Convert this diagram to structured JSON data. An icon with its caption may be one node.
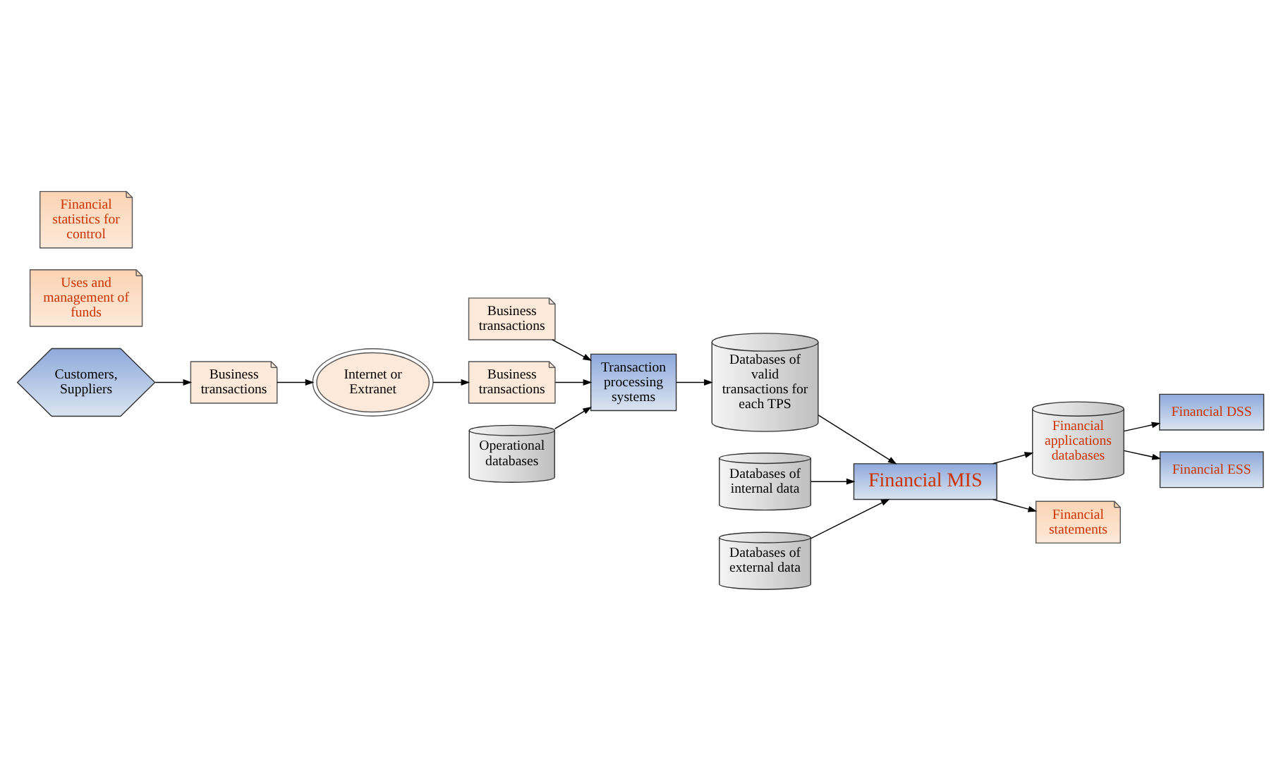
{
  "diagram": {
    "nodes": [
      {
        "text": [
          "Business transactions"
        ]
      },
      {
        "text": [
          "Business transactions"
        ]
      },
      {
        "text": [
          "Internet or Extranet"
        ]
      },
      {
        "text": [
          "Business transactions"
        ]
      },
      {
        "text": [
          "Customers, Suppliers"
        ]
      },
      {
        "text": [
          "Transaction processing systems"
        ]
      },
      {
        "text": [
          "Operational databases"
        ]
      },
      {
        "text": [
          "Databases of internal data"
        ]
      },
      {
        "text": [
          "Databases of external data"
        ]
      },
      {
        "text": [
          "Databases of valid transactions for each TPS"
        ]
      },
      {
        "text": [
          "Financial MIS"
        ]
      },
      {
        "text": [
          "Financial applications databases"
        ]
      },
      {
        "text": [
          "Financial DSS"
        ]
      },
      {
        "text": [
          "Financial ESS"
        ]
      },
      {
        "text": [
          "Financial statements"
        ]
      },
      {
        "text": [
          "Uses and management of funds"
        ]
      },
      {
        "text": [
          "Financial statistics for control"
        ]
      }
    ],
    "edges": [
      {
        "from": 0,
        "to": 5,
        "arrow": "to"
      },
      {
        "from": 1,
        "to": 5,
        "arrow": "to"
      },
      {
        "from": 2,
        "to": 1,
        "arrow": "to"
      },
      {
        "from": 3,
        "to": 2,
        "arrow": "to"
      },
      {
        "from": 4,
        "to": 3,
        "arrow": "to"
      },
      {
        "from": 6,
        "to": 5,
        "arrow": "to"
      },
      {
        "from": 5,
        "to": 9,
        "arrow": "to"
      },
      {
        "from": 9,
        "to": 10,
        "arrow": "to"
      },
      {
        "from": 7,
        "to": 10,
        "arrow": "to"
      },
      {
        "from": 8,
        "to": 10,
        "arrow": "to"
      },
      {
        "from": 10,
        "to": 11,
        "arrow": "to"
      },
      {
        "from": 11,
        "to": 12,
        "arrow": "to"
      },
      {
        "from": 11,
        "to": 13,
        "arrow": "to"
      },
      {
        "from": 10,
        "to": 14,
        "arrow": "to"
      }
    ]
  }
}
